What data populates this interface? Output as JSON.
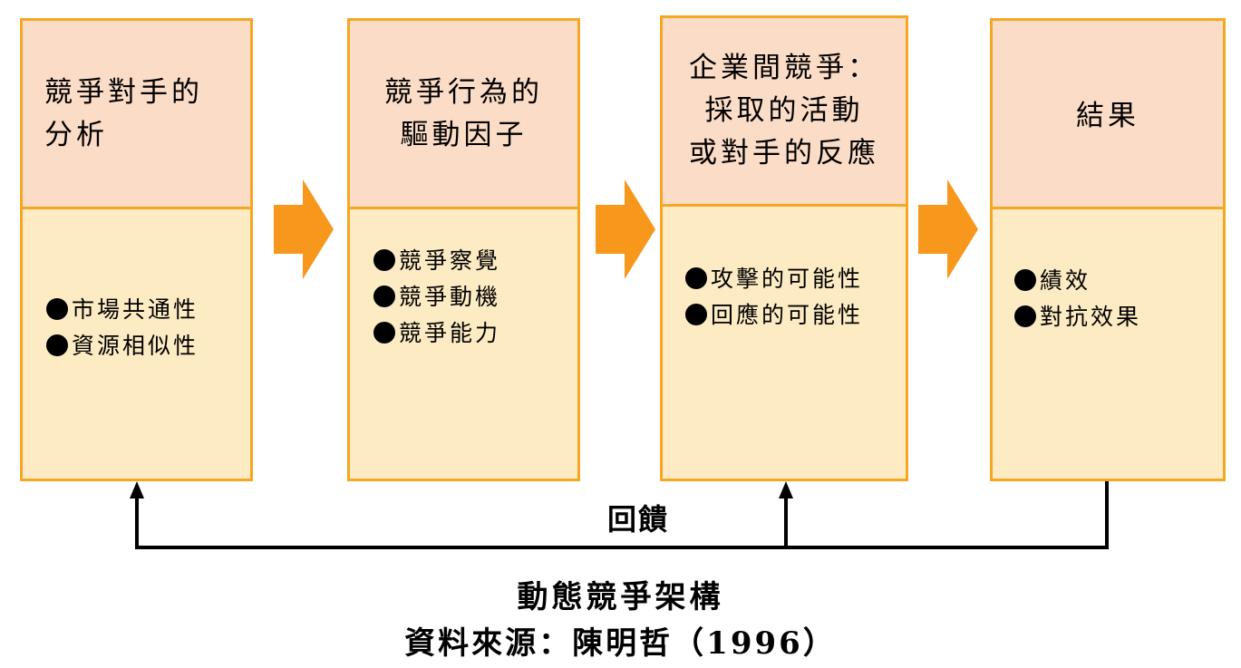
{
  "boxes": [
    {
      "title": "競爭對手的\n分析",
      "items": [
        "市場共通性",
        "資源相似性"
      ]
    },
    {
      "title": "競爭行為的\n驅動因子",
      "items": [
        "競爭察覺",
        "競爭動機",
        "競爭能力"
      ]
    },
    {
      "title": "企業間競爭：\n採取的活動\n或對手的反應",
      "items": [
        "攻擊的可能性",
        "回應的可能性"
      ]
    },
    {
      "title": "結果",
      "items": [
        "績效",
        "對抗效果"
      ]
    }
  ],
  "feedback_label": "回饋",
  "caption": {
    "title": "動態競爭架構",
    "source": "資料來源：陳明哲（1996）"
  },
  "colors": {
    "box_border": "#f5a623",
    "box_header": "#fbdcc6",
    "box_body": "#fdebc3",
    "arrow": "#f7981d"
  }
}
